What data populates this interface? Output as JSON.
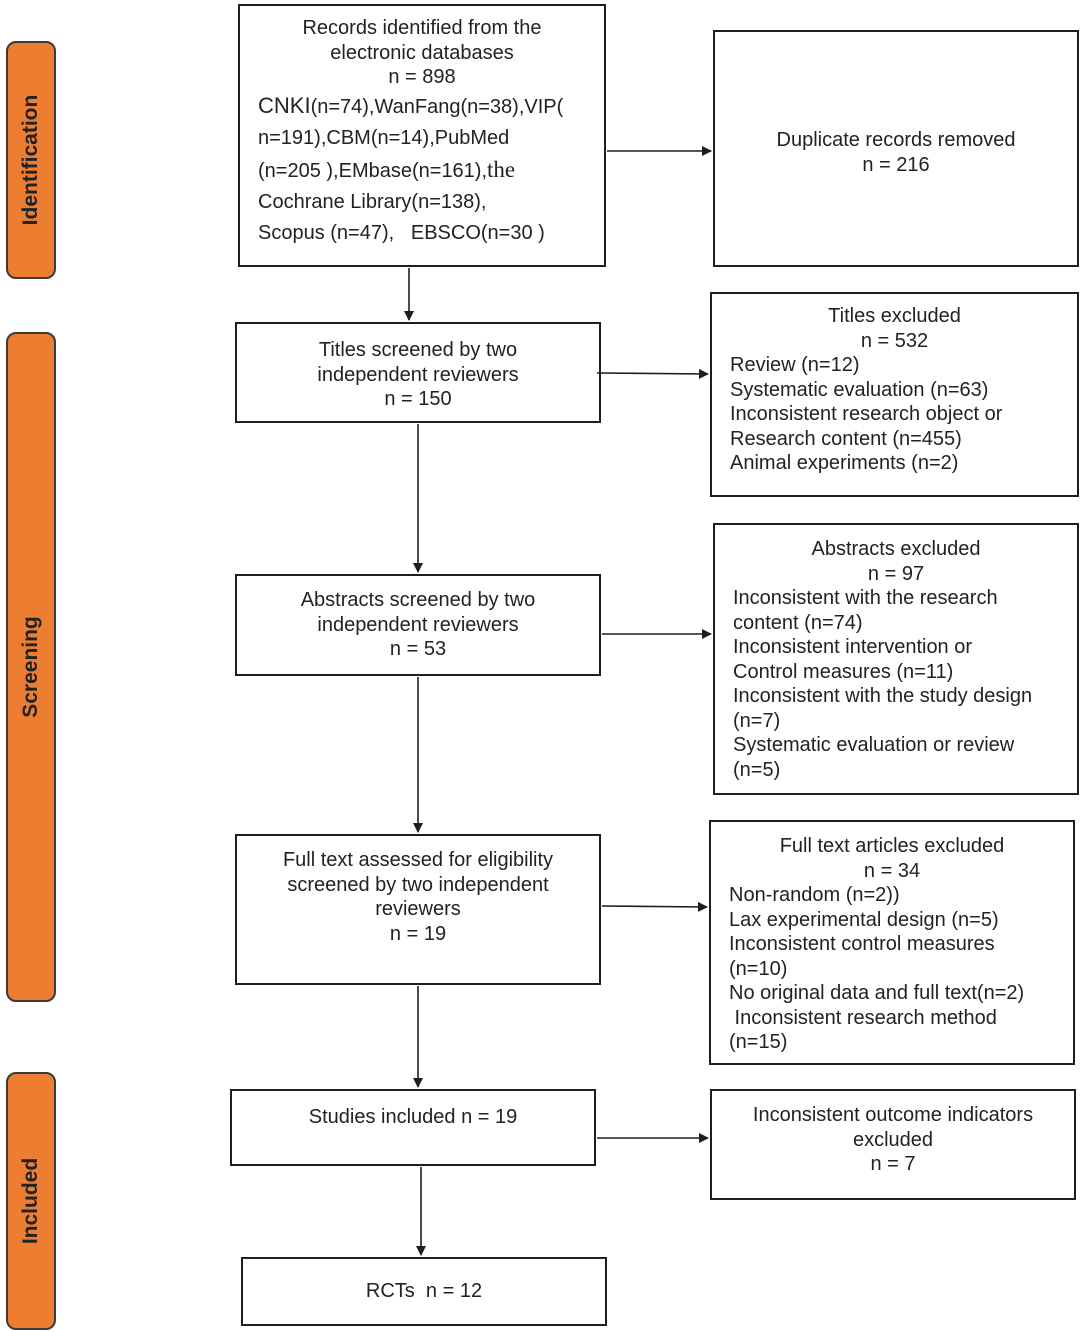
{
  "phases": {
    "identification": "Identification",
    "screening": "Screening",
    "included": "Included"
  },
  "records_box": {
    "line1": "Records identified from the",
    "line2": "electronic databases",
    "line3": "n = 898",
    "db_line1_cnki": "CNKI",
    "db_line1_rest": "(n=74),WanFang(n=38),VIP(",
    "db_line2": "n=191),CBM(n=14),PubMed",
    "db_line3_main": "(n=205 ),EMbase(n=161),",
    "db_line3_the": "the",
    "db_line4": "Cochrane Library(n=138),",
    "db_line5": "Scopus (n=47),   EBSCO(n=30 )"
  },
  "duplicates_box": {
    "line1": "Duplicate records removed",
    "line2": "n = 216"
  },
  "titles_box": {
    "line1": "Titles screened by two",
    "line2": "independent reviewers",
    "line3": "n = 150"
  },
  "titles_excluded_box": {
    "title": "Titles excluded",
    "count": "n = 532",
    "items": [
      "Review (n=12)",
      "Systematic evaluation (n=63)",
      "Inconsistent research object or",
      "Research content (n=455)",
      "Animal experiments (n=2)"
    ]
  },
  "abstracts_box": {
    "line1": "Abstracts screened by two",
    "line2": "independent reviewers",
    "line3": "n = 53"
  },
  "abstracts_excluded_box": {
    "title": "Abstracts excluded",
    "count": "n = 97",
    "items": [
      "Inconsistent with the research",
      "content (n=74)",
      "Inconsistent intervention or",
      "Control measures (n=11)",
      "Inconsistent with the study design",
      "(n=7)",
      "Systematic evaluation or review",
      "(n=5)"
    ]
  },
  "fulltext_box": {
    "line1": "Full text assessed for eligibility",
    "line2": "screened by two independent",
    "line3": "reviewers",
    "line4": "n = 19"
  },
  "fulltext_excluded_box": {
    "title": "Full text articles excluded",
    "count": "n = 34",
    "items": [
      "Non-random (n=2))",
      "Lax experimental design (n=5)",
      "Inconsistent control measures",
      "(n=10)",
      "No original data and full text(n=2)",
      " Inconsistent research method",
      "(n=15)"
    ]
  },
  "studies_box": {
    "line1": "Studies included n = 19"
  },
  "outcome_excluded_box": {
    "line1": "Inconsistent outcome indicators",
    "line2": "excluded",
    "line3": "n = 7"
  },
  "rcts_box": {
    "line1": "RCTs  n = 12"
  },
  "colors": {
    "phase_fill": "#ED7D31",
    "box_border": "#1e1e1e",
    "arrow": "#1e1e1e"
  }
}
